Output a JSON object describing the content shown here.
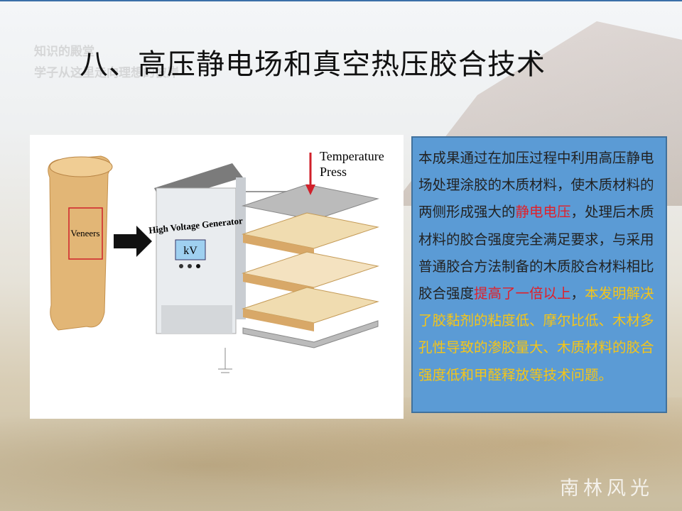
{
  "watermark": {
    "line1": "知识的殿堂",
    "line2": "学子从这里走向理想的彼岸"
  },
  "title": "八、高压静电场和真空热压胶合技术",
  "figure": {
    "veneers": "Veneers",
    "generator": "High Voltage Generator",
    "display": "kV",
    "temperature": "Temperature",
    "press": "Press"
  },
  "description": {
    "part1": "本成果通过在加压过程中利用高压静电场处理涂胶的木质材料，使木质材料的两侧形成强大的",
    "highlight1": "静电电压",
    "part2": "，处理后木质材料的胶合强度完全满足要求，与采用普通胶合方法制备的木质胶合材料相比胶合强度",
    "highlight2": "提高了一倍以上",
    "part3": "，",
    "part4": "本发明解决了胶黏剂的粘度低、摩尔比低、木材多孔性导致的渗胶量大、木质材料的胶合强度低和甲醛释放等技术问题。"
  },
  "footer_logo": "南林风光",
  "colors": {
    "box": "#5b9bd5",
    "highlight_red": "#e0202a",
    "highlight_yellow": "#f5c518"
  }
}
